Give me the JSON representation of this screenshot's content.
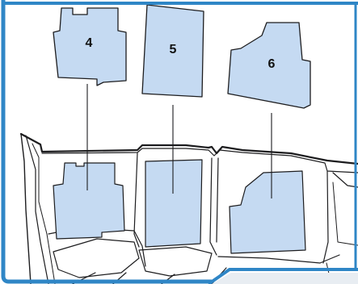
{
  "colors": {
    "frame": "#2f86c6",
    "panel_fill": "#c5daf2",
    "outline": "#1d1d1f",
    "corner": "#e8edf2"
  },
  "panels": [
    {
      "id": "panel-4",
      "label": "4"
    },
    {
      "id": "panel-5",
      "label": "5"
    },
    {
      "id": "panel-6",
      "label": "6"
    }
  ]
}
